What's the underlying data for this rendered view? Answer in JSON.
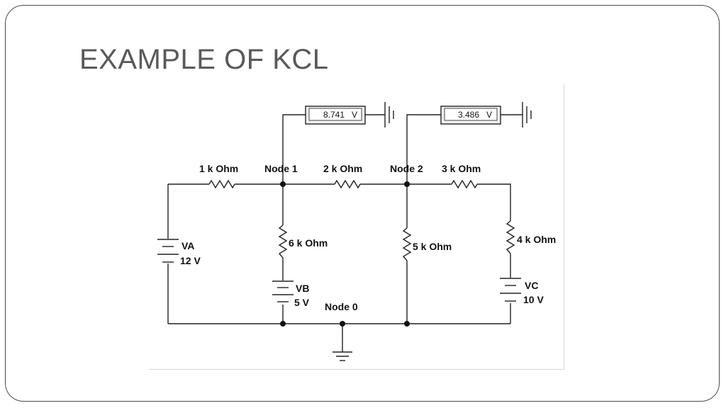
{
  "slide": {
    "title": "EXAMPLE OF KCL"
  },
  "circuit": {
    "voltmeter_1": {
      "reading": "8.741",
      "unit": "V"
    },
    "voltmeter_2": {
      "reading": "3.486",
      "unit": "V"
    },
    "resistors": {
      "r1": "1 k Ohm",
      "r2": "2 k Ohm",
      "r3": "3 k Ohm",
      "r4": "4 k Ohm",
      "r5": "5 k Ohm",
      "r6": "6 k Ohm"
    },
    "sources": {
      "va": {
        "name": "VA",
        "value": "12 V"
      },
      "vb": {
        "name": "VB",
        "value": "5 V"
      },
      "vc": {
        "name": "VC",
        "value": "10 V"
      }
    },
    "nodes": {
      "node1": "Node 1",
      "node2": "Node 2",
      "node0": "Node 0"
    }
  }
}
